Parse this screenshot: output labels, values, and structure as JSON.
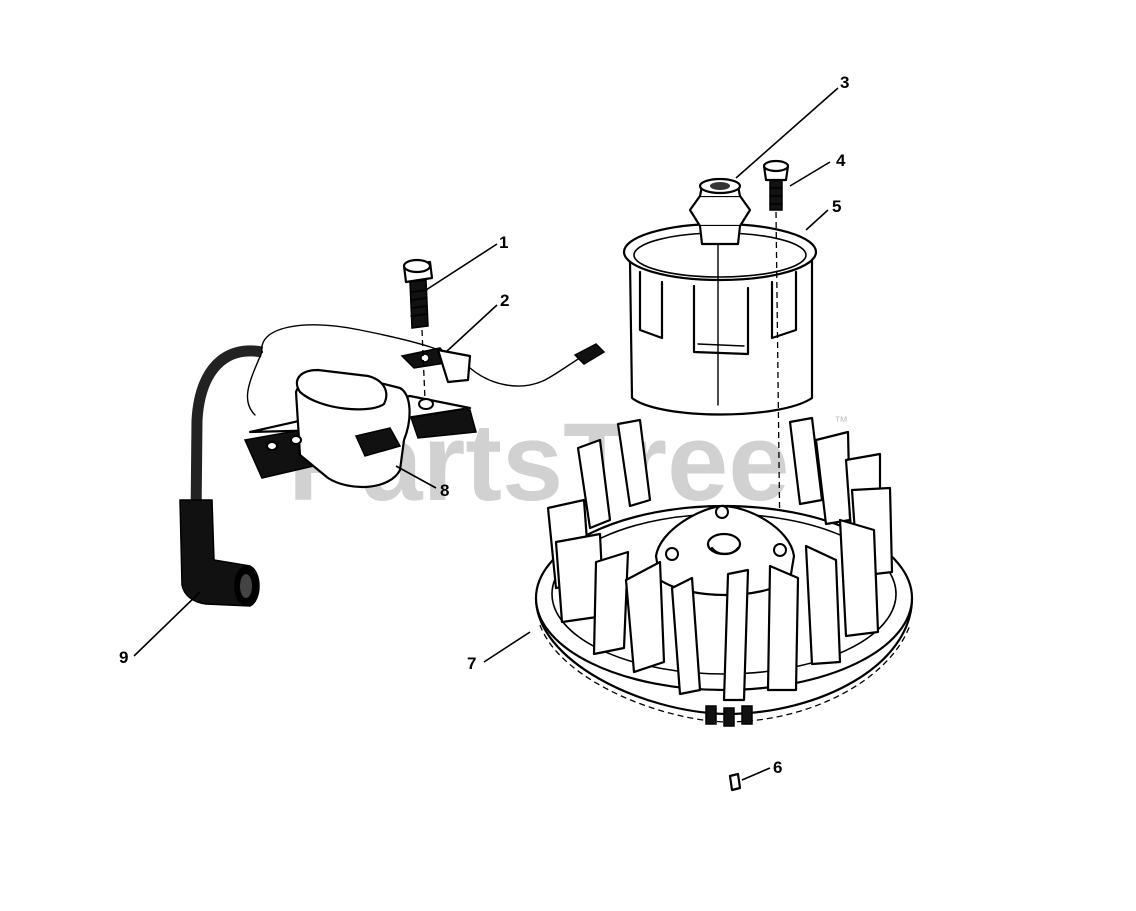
{
  "diagram": {
    "callouts": [
      {
        "id": "1",
        "label": "1"
      },
      {
        "id": "2",
        "label": "2"
      },
      {
        "id": "3",
        "label": "3"
      },
      {
        "id": "4",
        "label": "4"
      },
      {
        "id": "5",
        "label": "5"
      },
      {
        "id": "6",
        "label": "6"
      },
      {
        "id": "7",
        "label": "7"
      },
      {
        "id": "8",
        "label": "8"
      },
      {
        "id": "9",
        "label": "9"
      }
    ],
    "watermark": {
      "text": "PartsTree",
      "trademark": "™"
    }
  }
}
